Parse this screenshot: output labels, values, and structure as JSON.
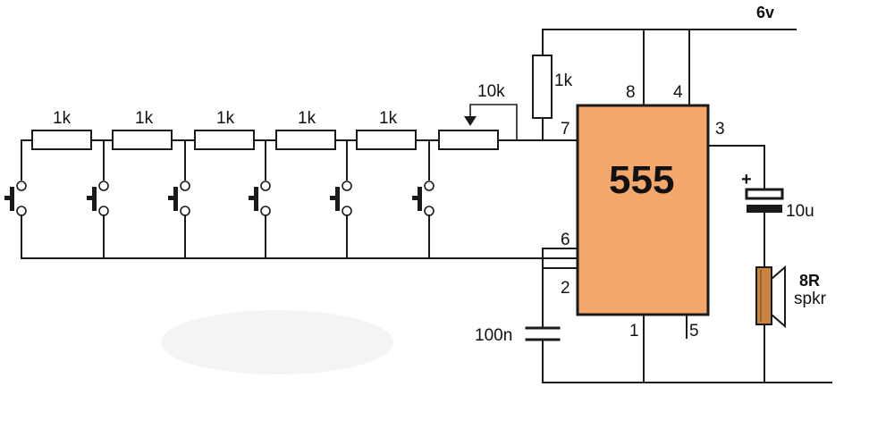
{
  "supply": {
    "label": "6v"
  },
  "chip": {
    "name": "555",
    "body_color": "#f4a76a",
    "pins": {
      "p8": "8",
      "p4": "4",
      "p7": "7",
      "p3": "3",
      "p6": "6",
      "p2": "2",
      "p1": "1",
      "p5": "5"
    }
  },
  "components": {
    "r_pullup": "1k",
    "pot": "10k",
    "ladder": [
      "1k",
      "1k",
      "1k",
      "1k",
      "1k"
    ],
    "cap_timing": "100n",
    "cap_output": "10u",
    "cap_plus": "+",
    "speaker_value": "8R",
    "speaker_name": "spkr"
  },
  "colors": {
    "speaker": "#c9843f",
    "wire": "#1a1a1a"
  }
}
